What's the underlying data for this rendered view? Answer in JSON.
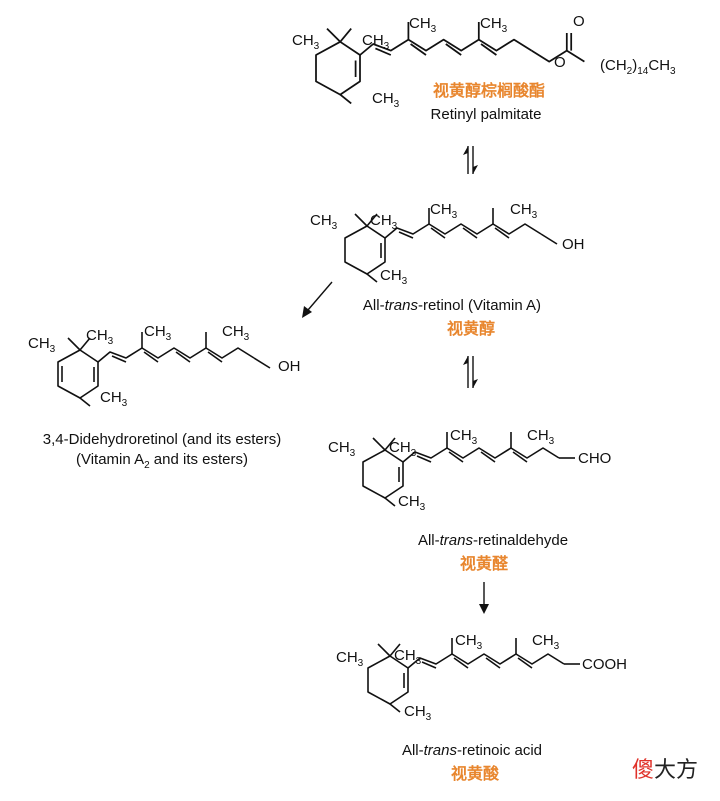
{
  "compounds": {
    "retinyl_palmitate": {
      "cn": "视黄醇棕榈酸酯",
      "en": "Retinyl palmitate",
      "tail": "(CH2)14CH3"
    },
    "retinol": {
      "cn": "视黄醇",
      "en_pre": "All-",
      "en_it": "trans",
      "en_post": "-retinol (Vitamin A)",
      "end_group": "OH"
    },
    "didehydroretinol": {
      "line1": "3,4-Didehydroretinol (and its esters)",
      "line2_pre": "(Vitamin A",
      "line2_sub": "2",
      "line2_post": " and its esters)",
      "end_group": "OH"
    },
    "retinaldehyde": {
      "cn": "视黄醛",
      "en_pre": "All-",
      "en_it": "trans",
      "en_post": "-retinaldehyde",
      "end_group": "CHO"
    },
    "retinoic_acid": {
      "cn": "视黄酸",
      "en_pre": "All-",
      "en_it": "trans",
      "en_post": "-retinoic acid",
      "end_group": "COOH"
    }
  },
  "atoms": {
    "ch3": "CH",
    "three": "3",
    "o": "O",
    "ch2": "(CH",
    "ch2_close": ")",
    "two": "2",
    "fourteen": "14"
  },
  "watermark": {
    "part1": "傻",
    "part2": "大方"
  }
}
